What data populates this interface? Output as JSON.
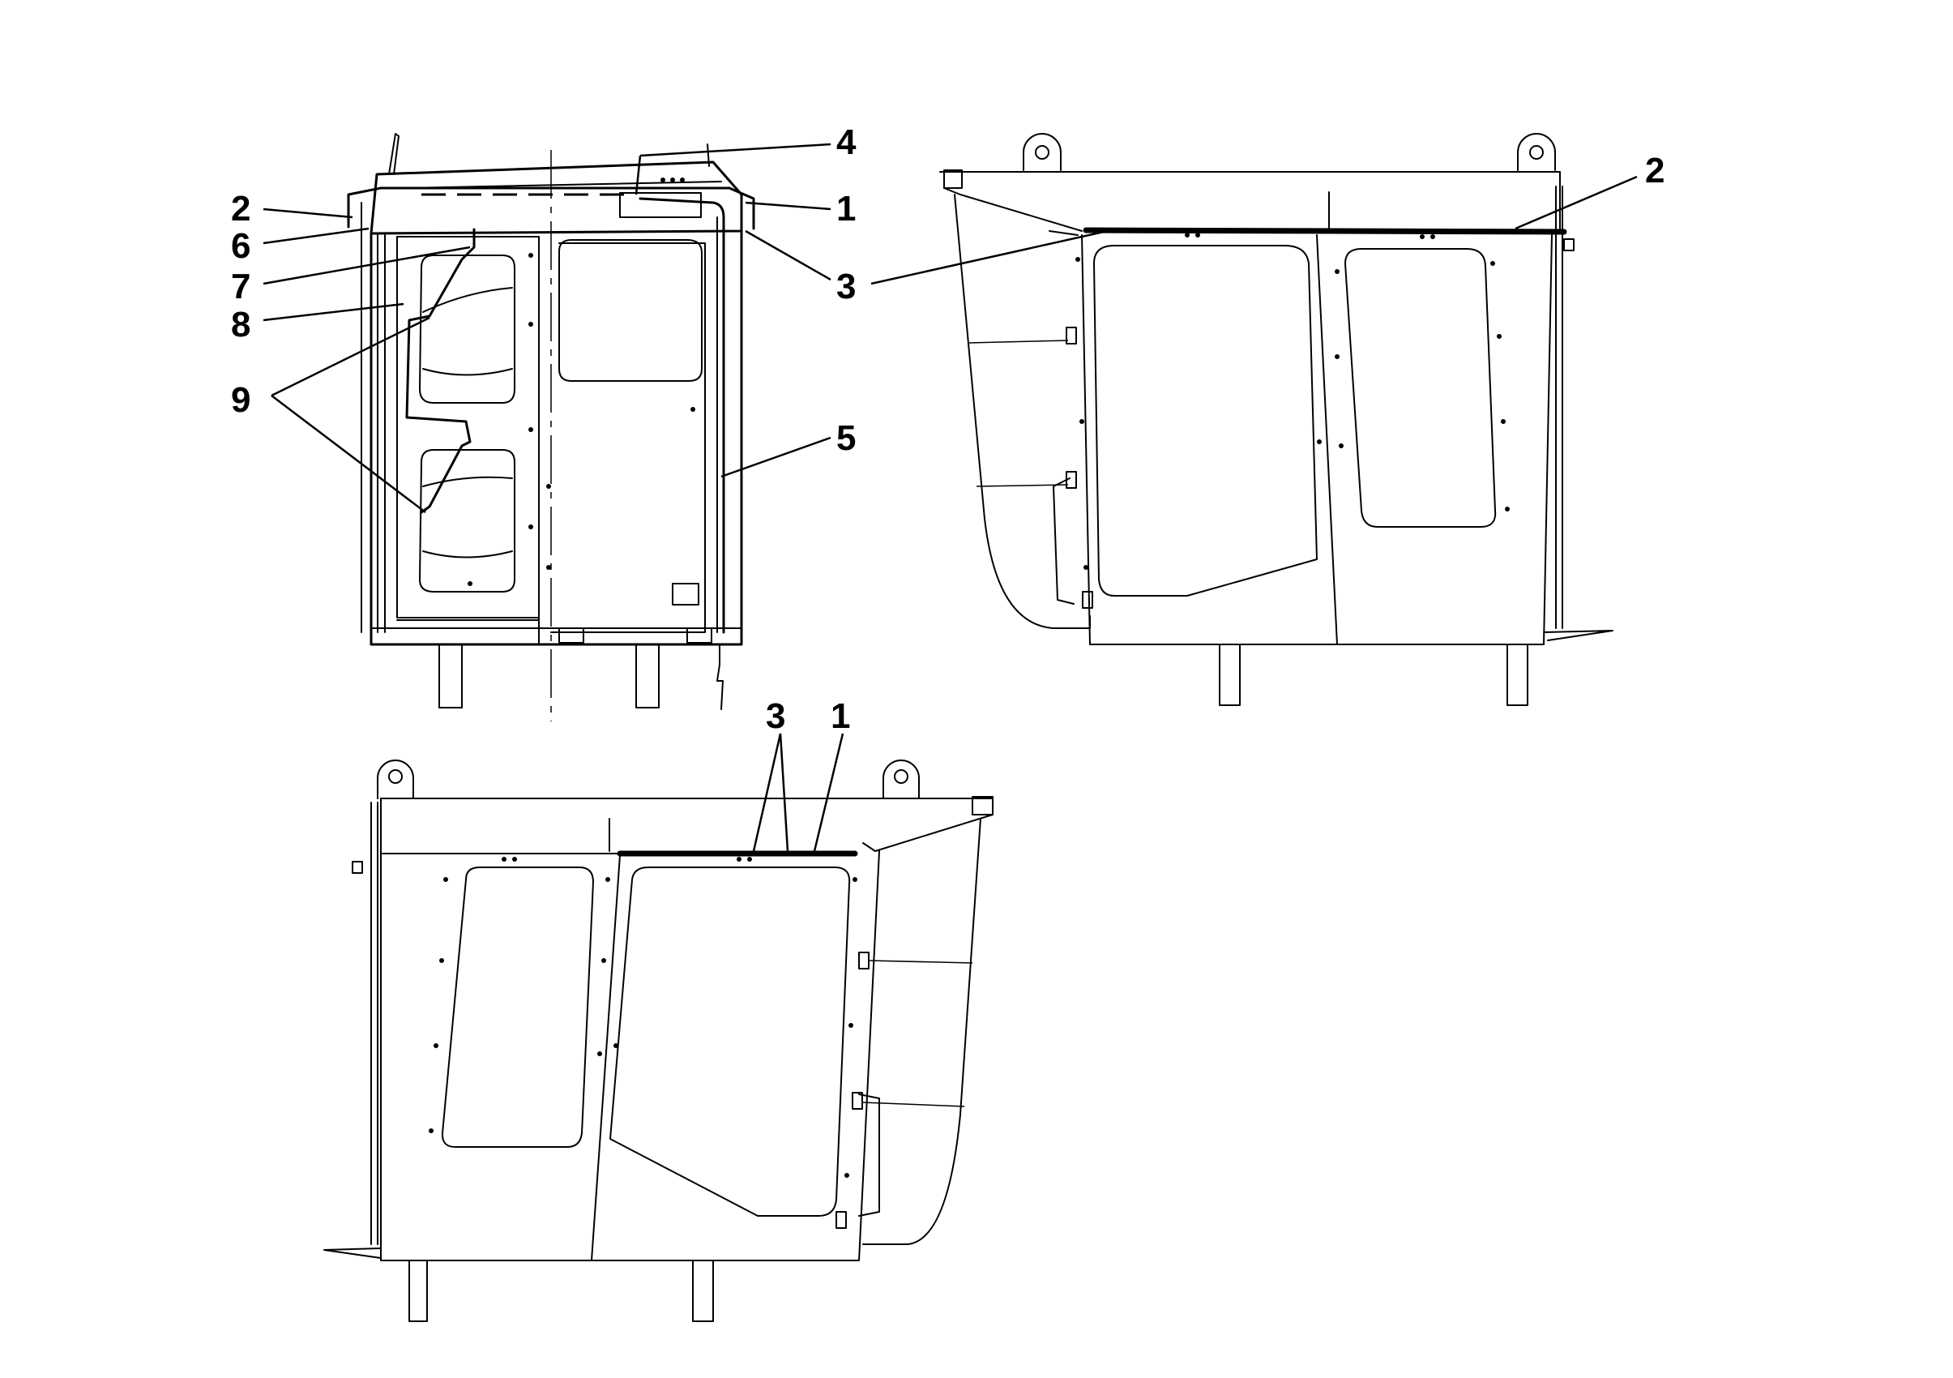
{
  "figure": {
    "callouts": {
      "front_view": [
        "4",
        "2",
        "1",
        "6",
        "3",
        "7",
        "8",
        "9",
        "5"
      ],
      "right_view": [
        "2"
      ],
      "bottom_view": [
        "3",
        "1"
      ]
    }
  }
}
